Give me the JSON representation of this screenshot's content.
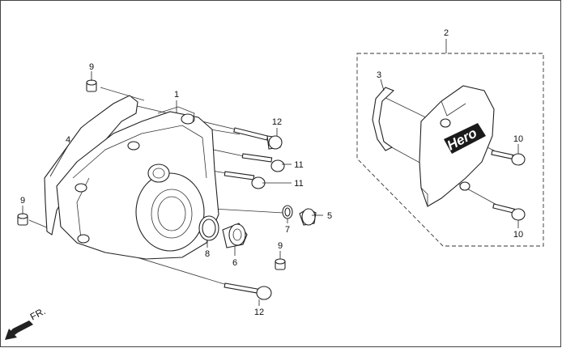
{
  "callouts": [
    {
      "id": "c1",
      "text": "1"
    },
    {
      "id": "c2",
      "text": "2"
    },
    {
      "id": "c3",
      "text": "3"
    },
    {
      "id": "c4",
      "text": "4"
    },
    {
      "id": "c5",
      "text": "5"
    },
    {
      "id": "c6",
      "text": "6"
    },
    {
      "id": "c7",
      "text": "7"
    },
    {
      "id": "c8",
      "text": "8"
    },
    {
      "id": "c9a",
      "text": "9"
    },
    {
      "id": "c9b",
      "text": "9"
    },
    {
      "id": "c9c",
      "text": "9"
    },
    {
      "id": "c10a",
      "text": "10"
    },
    {
      "id": "c10b",
      "text": "10"
    },
    {
      "id": "c11a",
      "text": "11"
    },
    {
      "id": "c11b",
      "text": "11"
    },
    {
      "id": "c12a",
      "text": "12"
    },
    {
      "id": "c12b",
      "text": "12"
    }
  ],
  "brand_text": "Hero",
  "direction_label": "FR.",
  "icons": {
    "direction": "arrow-down-left-icon"
  }
}
